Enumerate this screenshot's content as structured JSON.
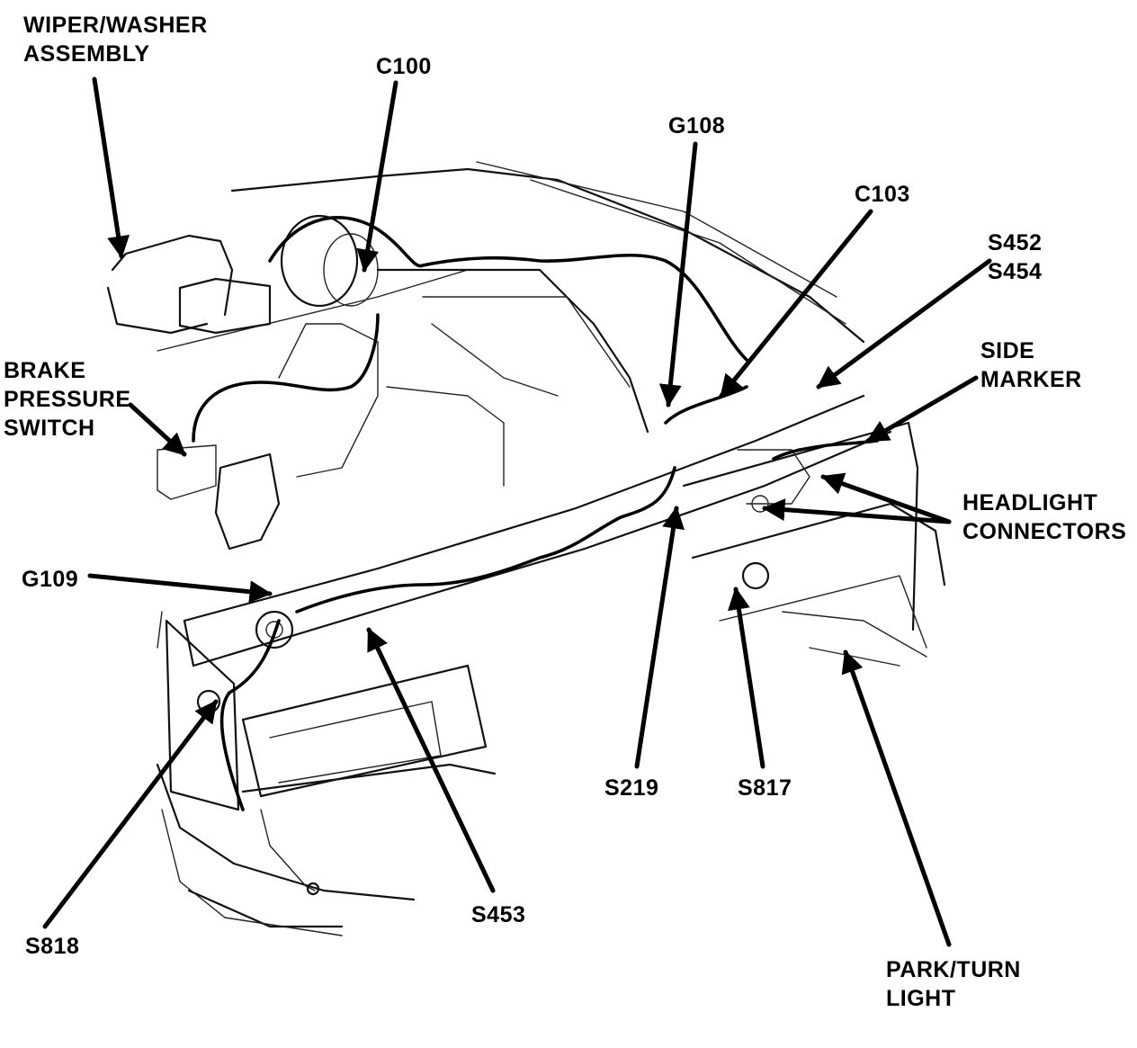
{
  "labels": {
    "wiper_washer": [
      "WIPER/WASHER",
      "ASSEMBLY"
    ],
    "c100": "C100",
    "g108": "G108",
    "c103": "C103",
    "s452_s454": [
      "S452",
      "S454"
    ],
    "side_marker": [
      "SIDE",
      "MARKER"
    ],
    "brake_pressure": [
      "BRAKE",
      "PRESSURE",
      "SWITCH"
    ],
    "headlight_connectors": [
      "HEADLIGHT",
      "CONNECTORS"
    ],
    "g109": "G109",
    "s219": "S219",
    "s817": "S817",
    "s453": "S453",
    "s818": "S818",
    "park_turn": [
      "PARK/TURN",
      "LIGHT"
    ]
  }
}
